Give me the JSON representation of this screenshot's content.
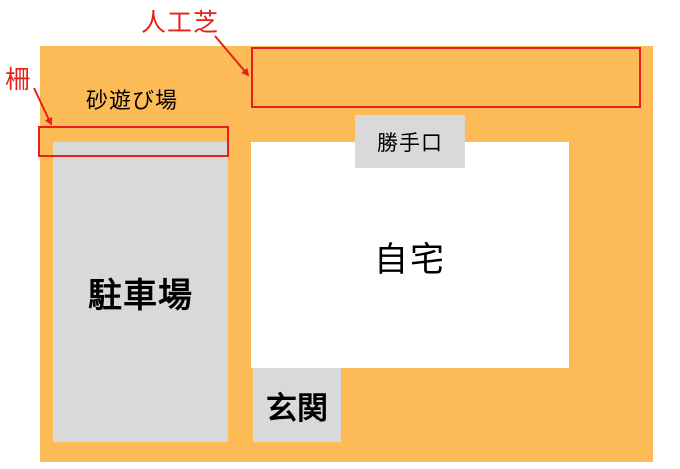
{
  "diagram": {
    "type": "site-layout",
    "colors": {
      "lot": "#FDBB57",
      "structure_gray": "#D9D9D9",
      "house": "#FFFFFF",
      "annotation_red": "#E8201B",
      "text": "#000000"
    },
    "areas": {
      "sandbox": {
        "label": "砂遊び場"
      },
      "parking": {
        "label": "駐車場"
      },
      "house": {
        "label": "自宅"
      },
      "back_door": {
        "label": "勝手口"
      },
      "entrance": {
        "label": "玄関"
      }
    },
    "annotations": {
      "artificial_turf": {
        "label": "人工芝"
      },
      "fence": {
        "label": "柵"
      }
    }
  }
}
